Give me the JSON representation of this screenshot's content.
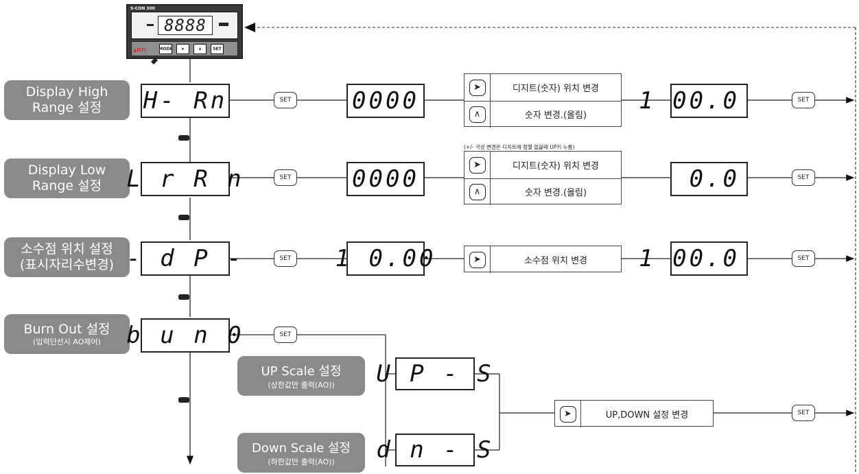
{
  "device": {
    "model": "S-CON 300",
    "display": "8888",
    "brand": "▲NTI",
    "buttons": {
      "mode": "MODE",
      "shift": "➤",
      "up": "∧",
      "set": "SET"
    }
  },
  "common": {
    "set_label": "SET",
    "shift_icon": "➤",
    "up_icon": "∧"
  },
  "rows": [
    {
      "label_line1": "Display High",
      "label_line2": "Range 설정",
      "code": "H‐ Rn",
      "value": "0000",
      "op1": "디지트(숫자) 위치 변경",
      "op2": "숫자 변경.(올림)",
      "result": "1 00.0"
    },
    {
      "label_line1": "Display Low",
      "label_line2": "Range 설정",
      "code": "L r R n",
      "value": "0000",
      "op1": "디지트(숫자) 위치 변경",
      "op2": "숫자 변경.(올림)",
      "result": "0.0"
    },
    {
      "label_line1": "소수점 위치 설정",
      "label_line2": "(표시자리수변경)",
      "code": "- d P -",
      "value": "1 0.00",
      "op1": "소수점 위치 변경",
      "result": "1 00.0"
    },
    {
      "label_line1": "Burn Out 설정",
      "label_line2": "(입력단선시 AO제어)",
      "code": "b u n 0"
    }
  ],
  "note": "(+/- 극성 변경은 디지트에 점멸 없을때 UP키 누름)",
  "burnout": {
    "up_label1": "UP Scale 설정",
    "up_label2": "(상한값만 출력(AO))",
    "up_code": "U P - S",
    "down_label1": "Down Scale 설정",
    "down_label2": "(하한값만 출력(AO))",
    "down_code": "d n - S",
    "op": "UP,DOWN 설정 변경"
  },
  "icons": [
    "hand-pointer-icon",
    "arrow-right-icon",
    "arrow-down-icon",
    "arrow-left-icon"
  ]
}
